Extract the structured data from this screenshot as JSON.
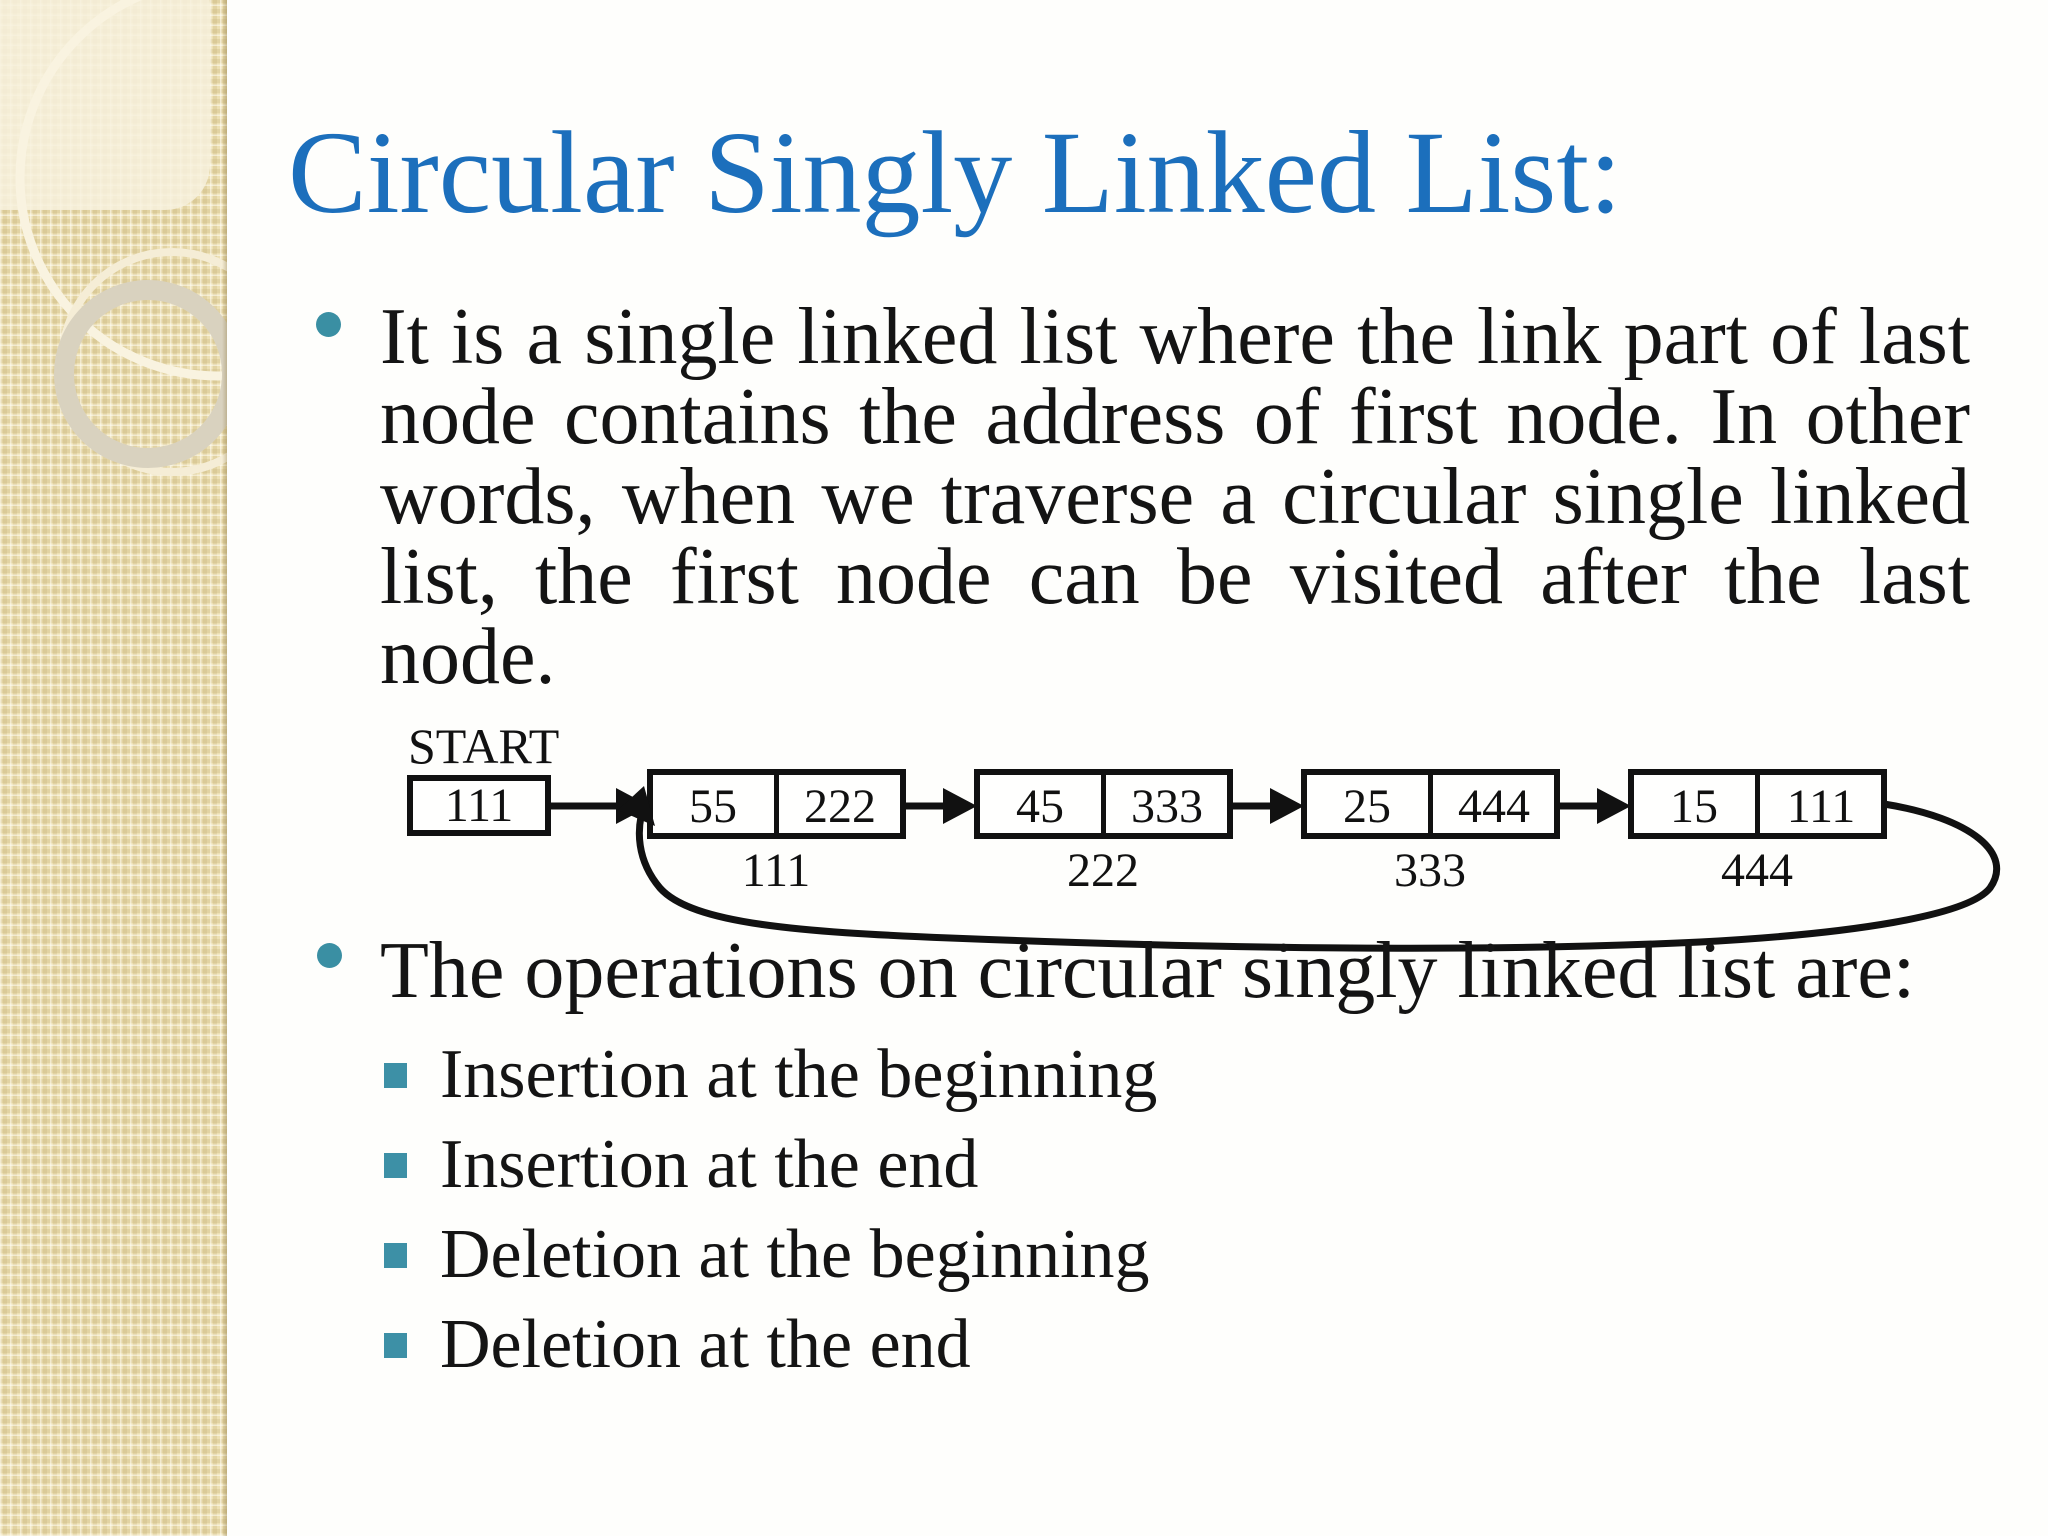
{
  "slide": {
    "title": "Circular Singly Linked List:",
    "bullet1_text": "It is a single linked list where the link part of last node contains the address of first node. In other words, when we traverse a circular single linked list, the first node can be visited after the last node.",
    "bullet2_text": "The operations on circular singly linked list are:",
    "sub_bullets": [
      {
        "label": "Insertion at the beginning"
      },
      {
        "label": "Insertion at the end"
      },
      {
        "label": "Deletion at the beginning"
      },
      {
        "label": "Deletion at the end"
      }
    ],
    "colors": {
      "title_blue": "#1C6FBC",
      "bullet_teal": "#3A8FA3",
      "sub_bullet_teal": "#3D90A6",
      "sidebar_beige": "#EDE0B4",
      "text_black": "#141414"
    }
  },
  "diagram": {
    "start_label": "START",
    "start_pointer_value": "111",
    "nodes": [
      {
        "data": "55",
        "link": "222",
        "address": "111"
      },
      {
        "data": "45",
        "link": "333",
        "address": "222"
      },
      {
        "data": "25",
        "link": "444",
        "address": "333"
      },
      {
        "data": "15",
        "link": "111",
        "address": "444"
      }
    ]
  }
}
